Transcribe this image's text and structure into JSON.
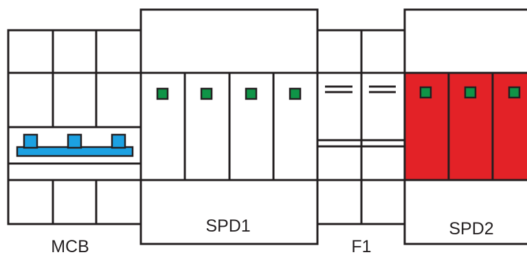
{
  "labels": {
    "mcb": "MCB",
    "spd1": "SPD1",
    "f1": "F1",
    "spd2": "SPD2"
  },
  "colors": {
    "line": "#231f20",
    "indicator_green": "#0f9447",
    "busbar_blue": "#1ca1e2",
    "spd2_fill": "#e32227",
    "background": "#ffffff"
  },
  "devices": [
    {
      "id": "mcb",
      "poles": 3,
      "has_busbar": true
    },
    {
      "id": "spd1",
      "poles": 4,
      "indicators": 4,
      "indicator_color": "green"
    },
    {
      "id": "f1",
      "poles": 2,
      "fuse_marks": 2
    },
    {
      "id": "spd2",
      "poles": 3,
      "indicators": 3,
      "indicator_color": "green",
      "body_color": "red",
      "partially_visible": true
    }
  ]
}
